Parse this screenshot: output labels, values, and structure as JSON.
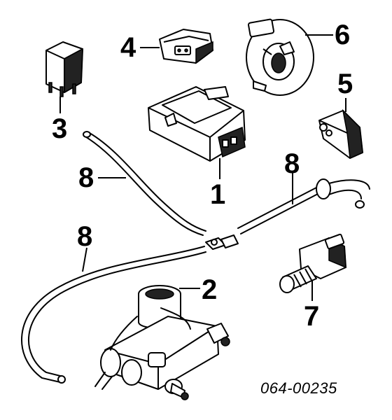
{
  "callouts": {
    "p1": "1",
    "p2": "2",
    "p3": "3",
    "p4": "4",
    "p5": "5",
    "p6": "6",
    "p7": "7",
    "p8a": "8",
    "p8b": "8",
    "p8c": "8"
  },
  "reference_code": "064-00235"
}
